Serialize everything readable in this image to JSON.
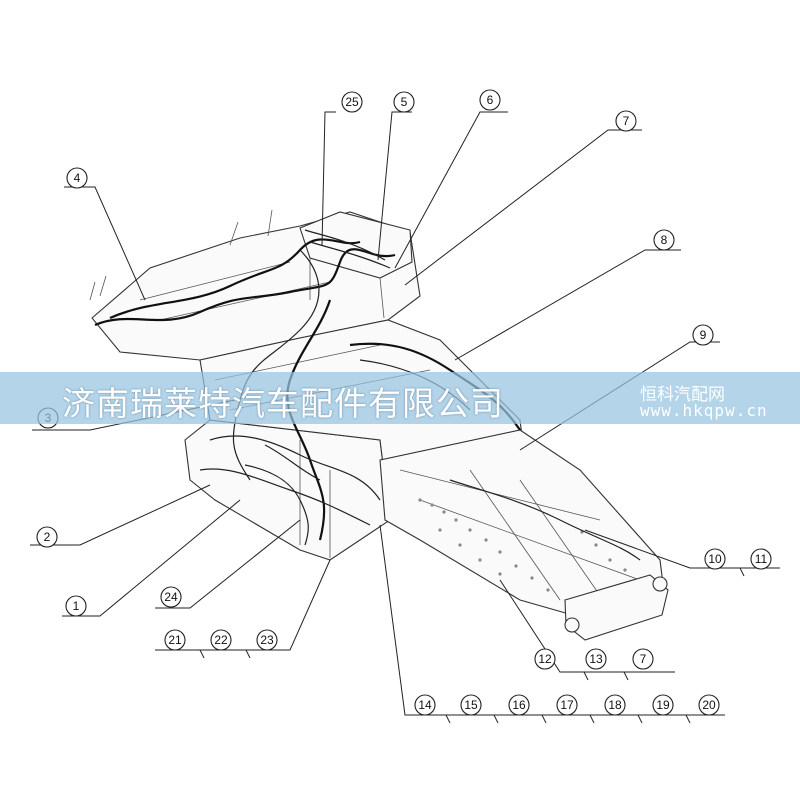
{
  "watermark": {
    "company": "济南瑞莱特汽车配件有限公司",
    "site_name": "恒科汽配网",
    "site_url": "www.hkqpw.cn",
    "band_color": "#96c3e1"
  },
  "callouts": [
    "25",
    "5",
    "6",
    "7",
    "4",
    "8",
    "9",
    "3",
    "2",
    "1",
    "24",
    "21",
    "22",
    "23",
    "10",
    "11",
    "12",
    "13",
    "7",
    "14",
    "15",
    "16",
    "17",
    "18",
    "19",
    "20"
  ]
}
